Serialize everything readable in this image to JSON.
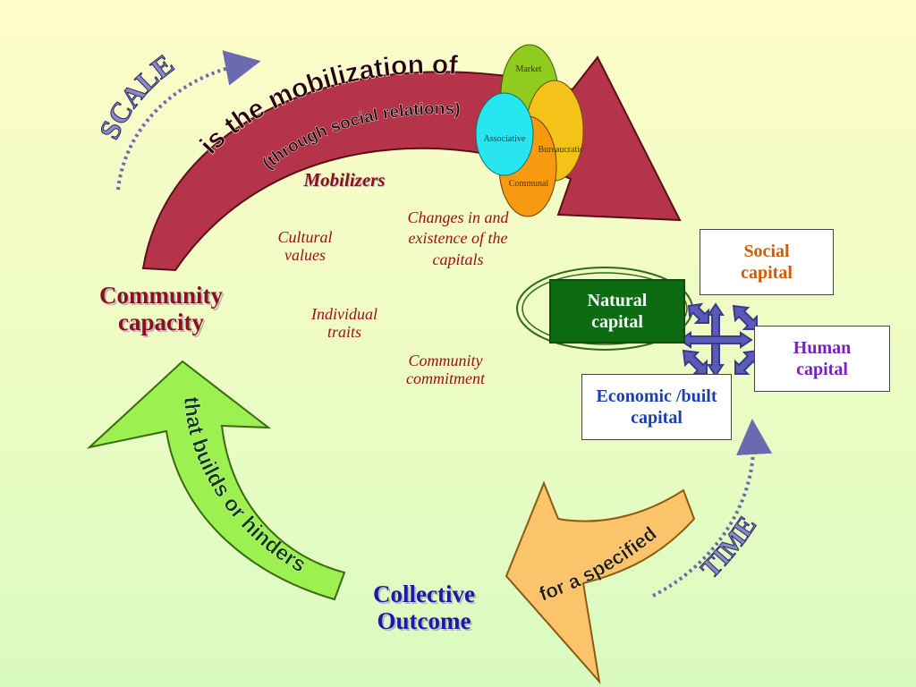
{
  "labels": {
    "community_capacity": "Community capacity",
    "collective_outcome": "Collective Outcome",
    "mobilizers": "Mobilizers",
    "cultural_values": "Cultural values",
    "individual_traits": "Individual traits",
    "community_commitment": "Community commitment",
    "changes_capitals": "Changes in and existence of the capitals"
  },
  "arrows": {
    "top": "is the mobilization of",
    "top_sub": "(through social relations)",
    "left": "that builds or hinders",
    "bottom_right": "for a specified"
  },
  "dotted": {
    "scale": "SCALE",
    "time": "TIME"
  },
  "capitals": {
    "social": "Social capital",
    "human": "Human capital",
    "natural": "Natural capital",
    "economic": "Economic /built capital"
  },
  "petals": {
    "market": "Market",
    "associative": "Associative",
    "bureaucratic": "Bureaucratic",
    "communal": "Communal"
  },
  "colors": {
    "top_arrow": "#b5344a",
    "left_arrow": "#9cf050",
    "bottom_arrow": "#fcc46a",
    "natural_box": "#0d6b12",
    "dotted_arrow": "#6a6ab0",
    "petal_market": "#8fcc1e",
    "petal_bureaucratic": "#f5c21a",
    "petal_associative": "#27e6f0",
    "petal_communal": "#f79a10"
  }
}
